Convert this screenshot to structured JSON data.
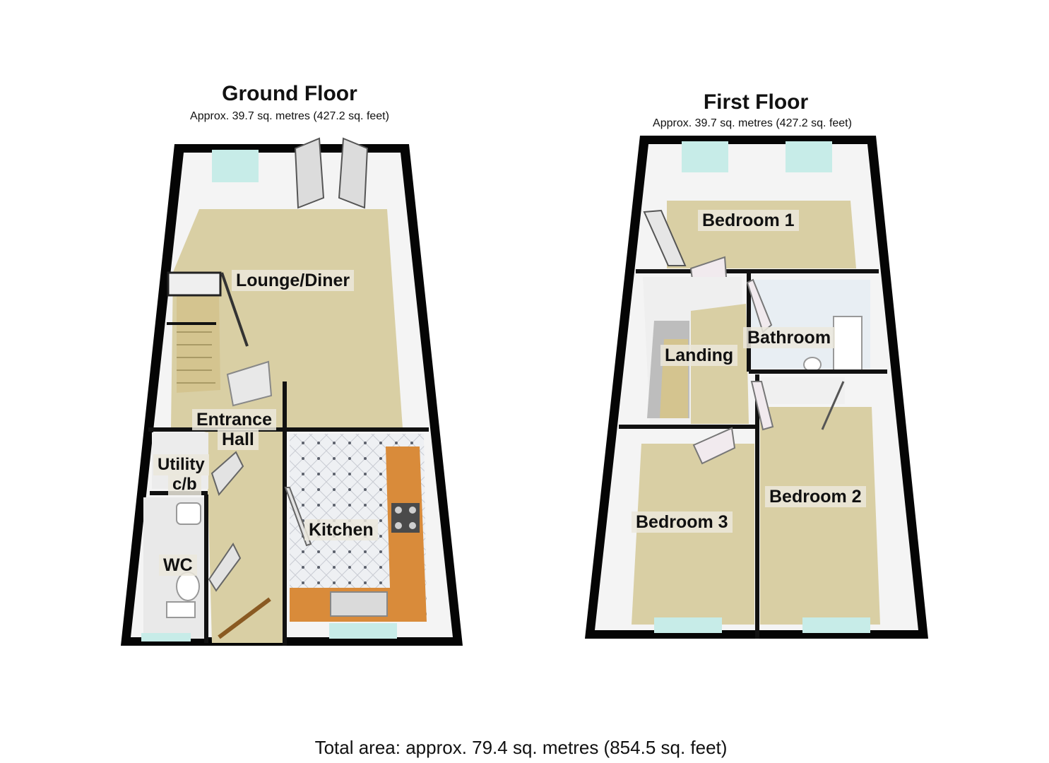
{
  "ground_floor": {
    "title": "Ground Floor",
    "area": "Approx. 39.7 sq. metres (427.2 sq. feet)",
    "rooms": {
      "lounge": "Lounge/Diner",
      "entrance_1": "Entrance",
      "entrance_2": "Hall",
      "utility_1": "Utility",
      "utility_2": "c/b",
      "kitchen": "Kitchen",
      "wc": "WC"
    }
  },
  "first_floor": {
    "title": "First Floor",
    "area": "Approx. 39.7 sq. metres (427.2 sq. feet)",
    "rooms": {
      "bedroom1": "Bedroom 1",
      "bathroom": "Bathroom",
      "landing": "Landing",
      "bedroom2": "Bedroom 2",
      "bedroom3": "Bedroom 3"
    }
  },
  "total": "Total area: approx. 79.4 sq. metres (854.5 sq. feet)",
  "colors": {
    "wall": "#050505",
    "carpet": "#d9cfa4",
    "inner_wall": "#f3f3f3",
    "kitchen_floor": "#e6e9ee",
    "worktop": "#d98b3a",
    "window": "#c7ece8"
  }
}
